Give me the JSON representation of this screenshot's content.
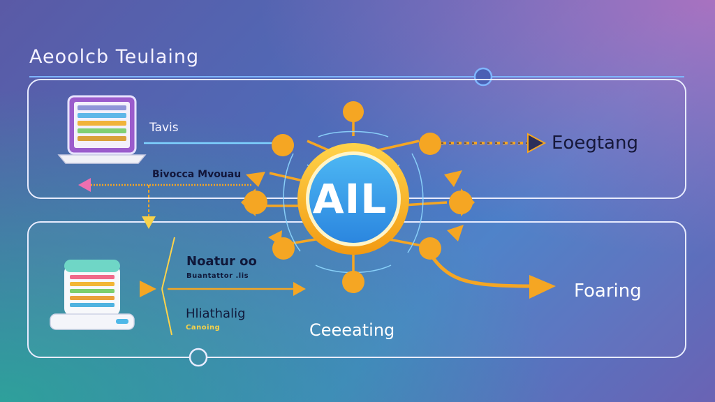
{
  "title": "Aeoolcb Teulaing",
  "hub": {
    "label": "AIL"
  },
  "labels": {
    "tavis": "Tavis",
    "bivocca": "Bivocca Mvouau",
    "eoegtang": "Eoegtang",
    "noatur": "Noatur oo",
    "noatur_sub": "Buantattor .lis",
    "hliathalig": "Hliathalig",
    "hliathalig_sub": "Canoing",
    "ceeeating": "Ceeeating",
    "foaring": "Foaring"
  },
  "colors": {
    "accent_orange": "#f5a623",
    "hub_fill": "#2e9fe8",
    "hub_ring": "#f7b51c",
    "frame_line": "#e8ecff",
    "line_blue": "#6fc8ff",
    "pink_arrow": "#ee6fb0",
    "yellow_arrow": "#f7c948"
  },
  "icons": {
    "laptop": "laptop-icon",
    "database": "database-icon"
  }
}
